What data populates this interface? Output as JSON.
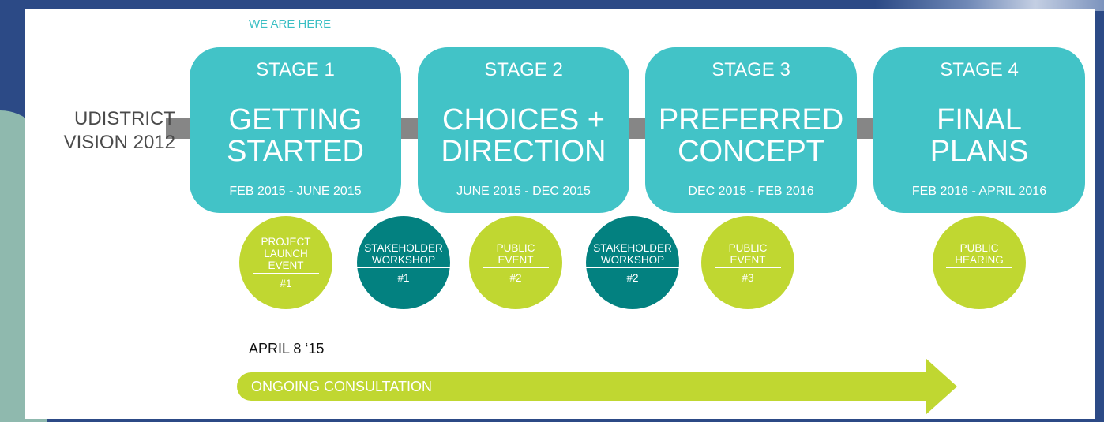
{
  "colors": {
    "stage": "#42c3c7",
    "event_public": "#c0d731",
    "event_workshop": "#038180",
    "connector": "#868686",
    "marker": "#3bbfc4"
  },
  "marker": "WE ARE HERE",
  "start_label": {
    "line1": "UDISTRICT",
    "line2": "VISION 2012"
  },
  "stages": [
    {
      "num": "STAGE 1",
      "line1": "GETTING",
      "line2": "STARTED",
      "dates": "FEB 2015 - JUNE 2015"
    },
    {
      "num": "STAGE 2",
      "line1": "CHOICES +",
      "line2": "DIRECTION",
      "dates": "JUNE 2015 - DEC 2015"
    },
    {
      "num": "STAGE 3",
      "line1": "PREFERRED",
      "line2": "CONCEPT",
      "dates": "DEC 2015 - FEB 2016"
    },
    {
      "num": "STAGE 4",
      "line1": "FINAL",
      "line2": "PLANS",
      "dates": "FEB 2016 - APRIL 2016"
    }
  ],
  "events": [
    {
      "name": "PROJECT\nLAUNCH\nEVENT",
      "num": "#1"
    },
    {
      "name": "STAKEHOLDER\nWORKSHOP",
      "num": "#1"
    },
    {
      "name": "PUBLIC\nEVENT",
      "num": "#2"
    },
    {
      "name": "STAKEHOLDER\nWORKSHOP",
      "num": "#2"
    },
    {
      "name": "PUBLIC\nEVENT",
      "num": "#3"
    },
    {
      "name": "PUBLIC\nHEARING",
      "num": ""
    }
  ],
  "date_label": "APRIL 8 ‘15",
  "consultation": "ONGOING CONSULTATION"
}
